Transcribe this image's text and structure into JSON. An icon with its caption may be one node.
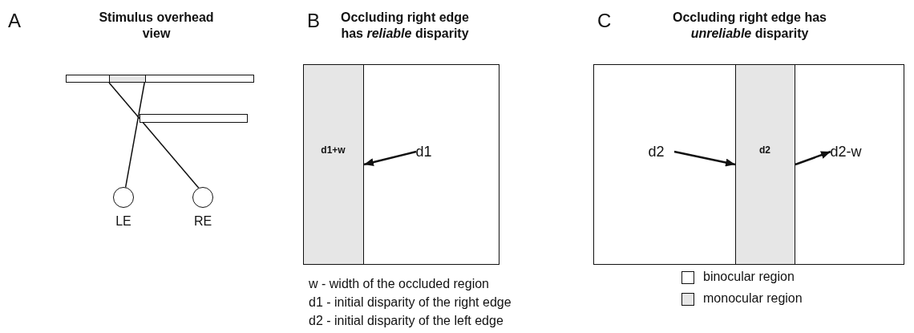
{
  "diagram": {
    "nodes": [
      {
        "text": [],
        "shape": "bar"
      },
      {
        "text": [],
        "shape": "box",
        "in": 0
      },
      {
        "text": [],
        "shape": "bar"
      },
      {
        "text": [],
        "shape": "circle",
        "beside": [
          "LE"
        ]
      },
      {
        "text": [],
        "shape": "circle",
        "beside": [
          "RE"
        ]
      },
      {
        "text": [],
        "shape": "box"
      },
      {
        "text": [
          "d1+w"
        ],
        "in": 5
      },
      {
        "text": [
          "d1"
        ],
        "in": 5
      },
      {
        "text": [],
        "shape": "box"
      },
      {
        "text": [
          "d2"
        ],
        "in": 8
      },
      {
        "text": [
          "d2"
        ],
        "in": 8
      },
      {
        "text": [
          "d2-w"
        ],
        "in": 8
      }
    ],
    "edges": [
      {
        "from": 3,
        "to": 1,
        "arrow": "none"
      },
      {
        "from": 4,
        "to": 1,
        "arrow": "none"
      },
      {
        "from": 7,
        "to": 6,
        "arrow": "to"
      },
      {
        "from": 10,
        "to": 9,
        "arrow": "to"
      },
      {
        "from": 9,
        "to": 11,
        "arrow": "to"
      }
    ],
    "labels": [
      "A",
      "Stimulus overhead view",
      "B",
      "Occluding right edge has *reliable* disparity",
      "C",
      "Occluding right edge has *unreliable* disparity",
      "w - width of the occluded region",
      "d1 - initial disparity of the right edge",
      "d2 - initial disparity of the left edge"
    ],
    "legend": [
      {
        "text": "binocular region",
        "color": "#ffffff"
      },
      {
        "text": "monocular region",
        "color": "#e6e6e6"
      }
    ]
  }
}
